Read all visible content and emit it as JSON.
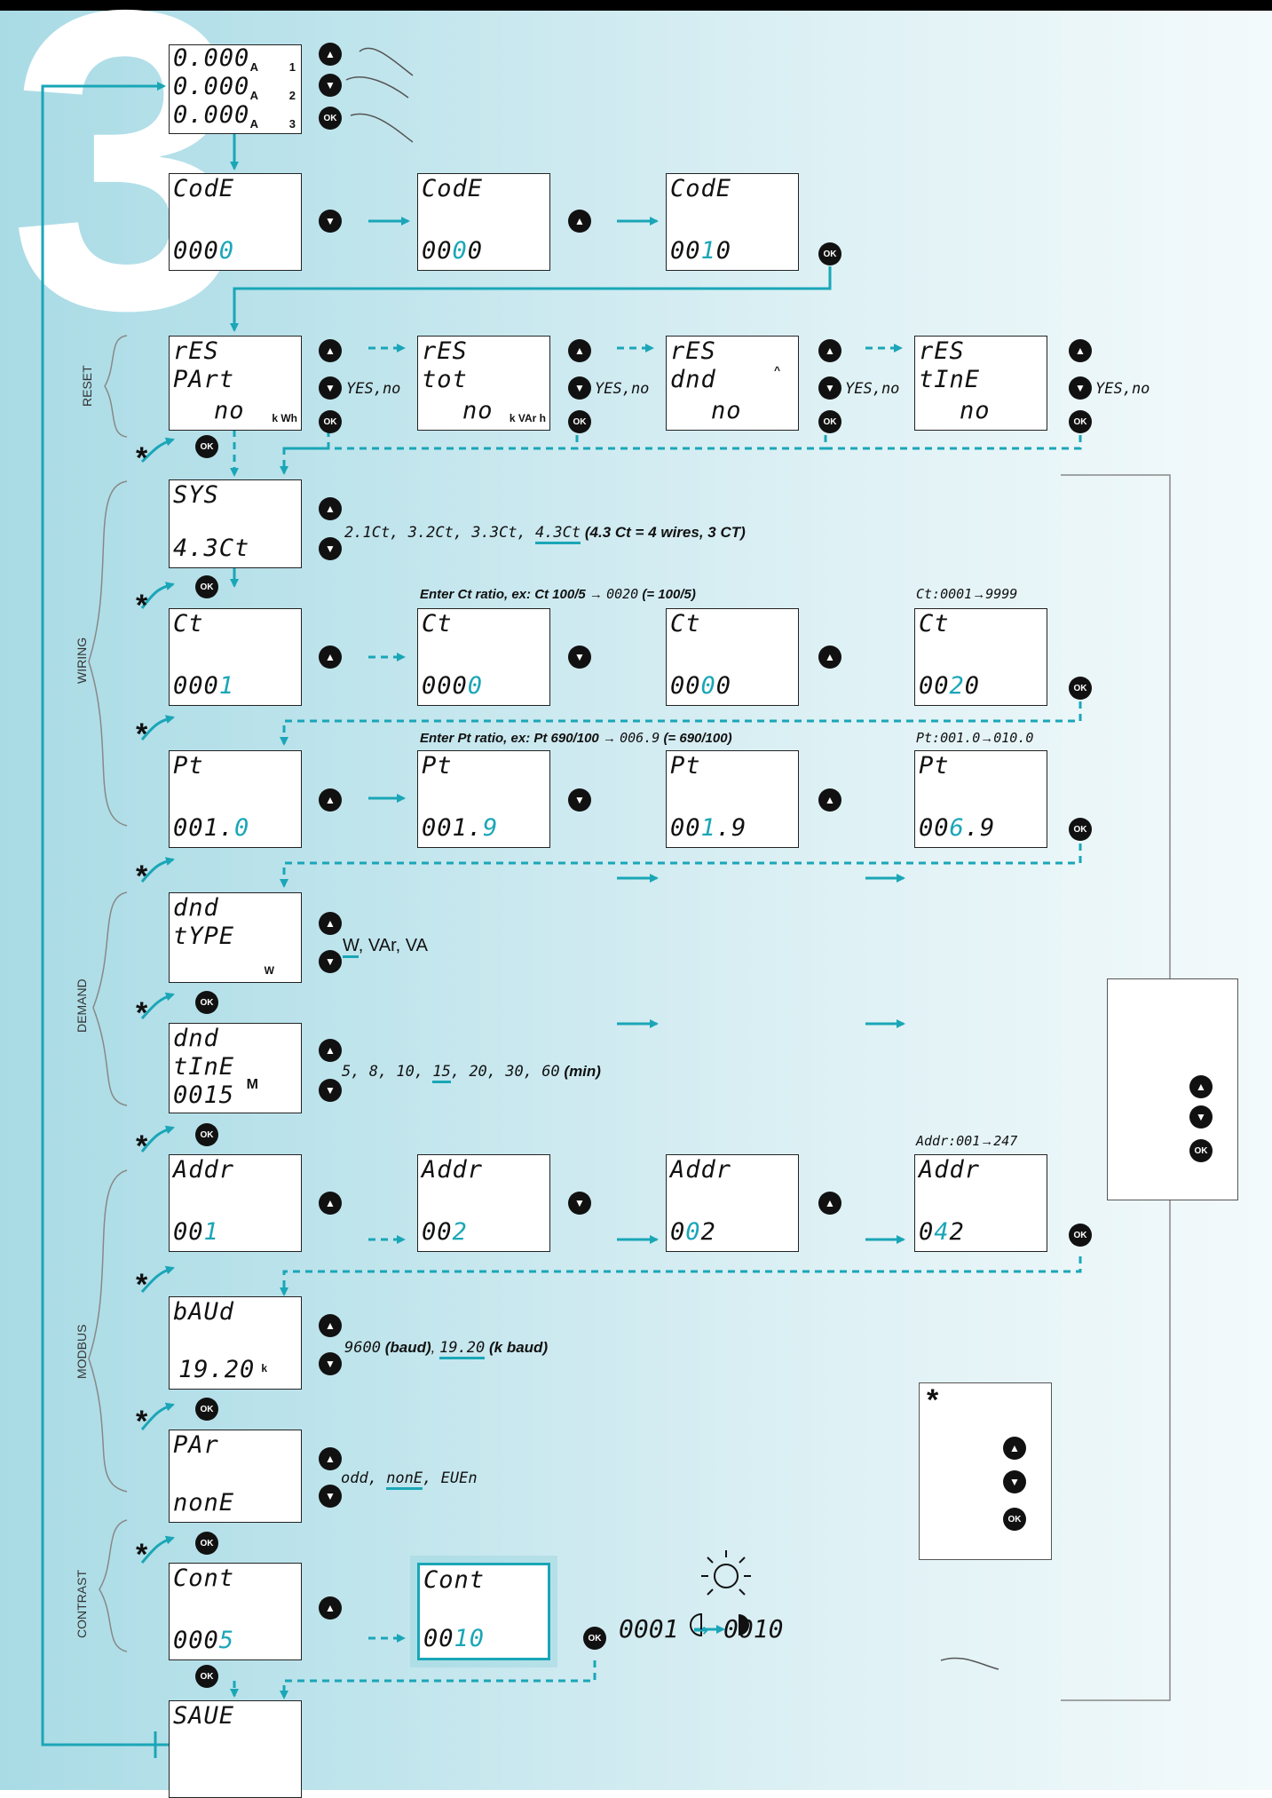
{
  "step_number": "3",
  "sections": {
    "reset": "RESET",
    "wiring": "WIRING",
    "demand": "DEMAND",
    "modbus": "MODBUS",
    "contrast": "CONTRAST"
  },
  "screens": {
    "start": {
      "l1": "0.000",
      "l2": "0.000",
      "l3": "0.000",
      "u1": "A",
      "u2": "A",
      "u3": "A",
      "n1": "1",
      "n2": "2",
      "n3": "3"
    },
    "code1": {
      "top": "CodE",
      "bot": "000",
      "cur": "0"
    },
    "code2": {
      "top": "CodE",
      "pre": "00",
      "cur": "0",
      "post": "0"
    },
    "code3": {
      "top": "CodE",
      "pre": "00",
      "cur": "1",
      "post": "0"
    },
    "res1": {
      "l1": "rES",
      "l2": "PArt",
      "l3": "no",
      "unit": "k Wh"
    },
    "res2": {
      "l1": "rES",
      "l2": "tot",
      "l3": "no",
      "unit": "k VAr h"
    },
    "res3": {
      "l1": "rES",
      "l2": "dnd",
      "l3": "no",
      "unit": "^"
    },
    "res4": {
      "l1": "rES",
      "l2": "tInE",
      "l3": "no"
    },
    "sys": {
      "top": "SYS",
      "bot": "4.3Ct"
    },
    "ct1": {
      "top": "Ct",
      "pre": "000",
      "cur": "1"
    },
    "ct2": {
      "top": "Ct",
      "pre": "000",
      "cur": "0"
    },
    "ct3": {
      "top": "Ct",
      "pre": "00",
      "cur": "0",
      "post": "0"
    },
    "ct4": {
      "top": "Ct",
      "pre": "00",
      "cur": "2",
      "post": "0"
    },
    "pt1": {
      "top": "Pt",
      "pre": "001.",
      "cur": "0"
    },
    "pt2": {
      "top": "Pt",
      "pre": "001.",
      "cur": "9"
    },
    "pt3": {
      "top": "Pt",
      "pre": "00",
      "cur": "1",
      "post": ".9"
    },
    "pt4": {
      "top": "Pt",
      "pre": "00",
      "cur": "6",
      "post": ".9"
    },
    "dmdtype": {
      "l1": "dnd",
      "l2": "tYPE",
      "unit": "W"
    },
    "dmdtime": {
      "l1": "dnd",
      "l2": "tInE",
      "l3": "0015",
      "unit": "M"
    },
    "addr1": {
      "top": "Addr",
      "pre": "00",
      "cur": "1"
    },
    "addr2": {
      "top": "Addr",
      "pre": "00",
      "cur": "2"
    },
    "addr3": {
      "top": "Addr",
      "pre": "0",
      "cur": "0",
      "post": "2"
    },
    "addr4": {
      "top": "Addr",
      "pre": "0",
      "cur": "4",
      "post": "2"
    },
    "baud": {
      "top": "bAUd",
      "bot": "19.20",
      "unit": "k"
    },
    "par": {
      "top": "PAr",
      "bot": "nonE"
    },
    "cont1": {
      "top": "Cont",
      "pre": "000",
      "cur": "5"
    },
    "cont2": {
      "top": "Cont",
      "pre": "00",
      "cur": "10"
    },
    "save": {
      "top": "SAUE"
    }
  },
  "options": {
    "yesno": "YES,no",
    "sys": {
      "vals": "2.1Ct, 3.2Ct, 3.3Ct, ",
      "sel": "4.3Ct",
      "note": "(4.3 Ct = 4 wires, 3 CT)"
    },
    "dmd_type": {
      "pre": "",
      "sel": "W",
      "post": ", VAr, VA"
    },
    "dmd_time": {
      "pre": "5, 8, 10, ",
      "sel": "15",
      "post": ", 20, 30, 60",
      "note": "(min)"
    },
    "baud": {
      "v1": "9600",
      "u1": "(baud)",
      "sel": "19.20",
      "u2": "(k baud)"
    },
    "parity": {
      "pre": "odd, ",
      "sel": "nonE",
      "post": ", EUEn"
    }
  },
  "captions": {
    "ct_example": {
      "text": "Enter Ct ratio, ex: Ct 100/5",
      "val": "0020",
      "note": "(= 100/5)"
    },
    "ct_range": {
      "lbl": "Ct:",
      "from": "0001",
      "to": "9999"
    },
    "pt_example": {
      "text": "Enter Pt ratio, ex: Pt 690/100",
      "val": "006.9",
      "note": "(= 690/100)"
    },
    "pt_range": {
      "lbl": "Pt:",
      "from": "001.0",
      "to": "010.0"
    },
    "addr_range": {
      "lbl": "Addr:",
      "from": "001",
      "to": "247"
    },
    "contrast_range": {
      "from": "0001",
      "to": "0010"
    }
  },
  "buttons": {
    "up": "▲",
    "down": "▼",
    "ok": "OK",
    "star": "*",
    "arrow": "→"
  },
  "colors": {
    "accent": "#1aa6b7",
    "background": "#bfe4ec"
  }
}
